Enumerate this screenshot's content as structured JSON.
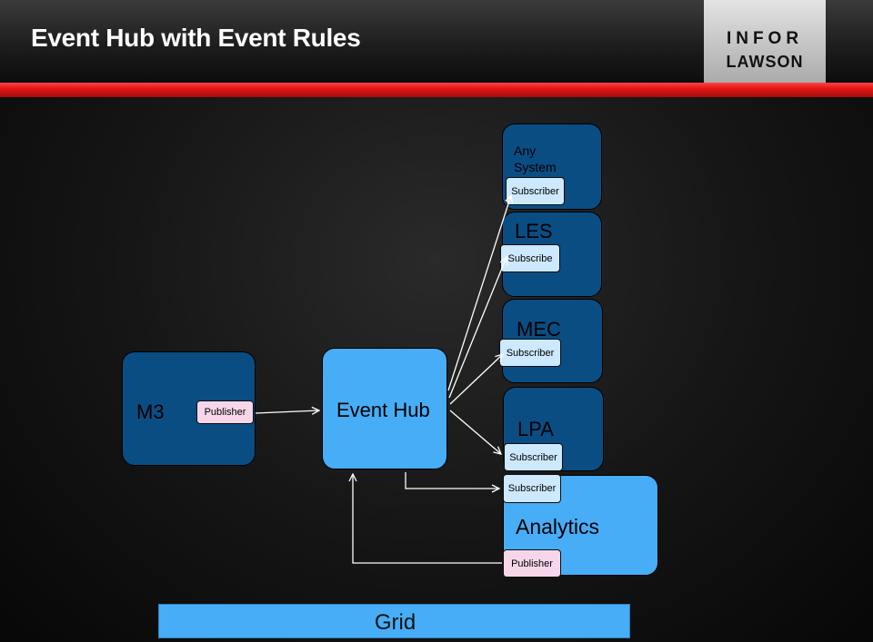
{
  "header": {
    "title": "Event Hub with Event Rules"
  },
  "logo": {
    "line1": "INFOR",
    "line2": "LAWSON"
  },
  "nodes": {
    "m3": {
      "label": "M3",
      "badge": "Publisher"
    },
    "event_hub": {
      "label": "Event Hub"
    },
    "any_system": {
      "label_line1": "Any",
      "label_line2": "System",
      "badge": "Subscriber"
    },
    "les": {
      "label": "LES",
      "badge": "Subscribe"
    },
    "mec": {
      "label": "MEC",
      "badge": "Subscriber"
    },
    "lpa": {
      "label": "LPA",
      "badge": "Subscriber"
    },
    "analytics": {
      "label": "Analytics",
      "badge_in": "Subscriber",
      "badge_out": "Publisher"
    },
    "grid": {
      "label": "Grid"
    }
  },
  "colors": {
    "dark_box": "#0a4d83",
    "light_box": "#47adf6",
    "subscriber_badge": "#cde9ff",
    "publisher_badge": "#f7d6ea",
    "accent_red": "#e31616",
    "arrow": "#ffffff"
  }
}
